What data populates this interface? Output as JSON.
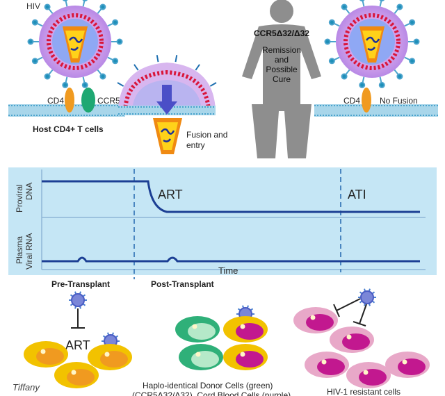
{
  "top_panel": {
    "hiv_label": "HIV",
    "cd4_label": "CD4",
    "ccr5_label": "CCR5",
    "host_label": "Host CD4+ T cells",
    "fusion_line1": "Fusion and",
    "fusion_line2": "entry",
    "genotype_label": "CCR5Δ32/Δ32",
    "remission_line1": "Remission",
    "remission_line2": "and",
    "remission_line3": "Possible",
    "remission_line4": "Cure",
    "cd4_label_right": "CD4",
    "no_fusion_label": "No Fusion"
  },
  "graph": {
    "ylabel_top_line1": "Proviral",
    "ylabel_top_line2": "DNA",
    "ylabel_bottom_line1": "Plasma",
    "ylabel_bottom_line2": "Viral RNA",
    "art_label": "ART",
    "ati_label": "ATI",
    "xlabel": "Time",
    "pre_label": "Pre-Transplant",
    "post_label": "Post-Transplant"
  },
  "bottom_panel": {
    "art_label": "ART",
    "donor_caption_line1": "Haplo-identical Donor Cells (green)",
    "donor_caption_line2": "(CCR5Δ32/Δ32), Cord Blood Cells (purple)",
    "resistant_caption": "HIV-1 resistant cells",
    "signature": "Tiffany"
  },
  "colors": {
    "panel_bg": "#c5e6f5",
    "curve": "#1c3f94",
    "dashed": "#4a86c0",
    "cell_yellow": "#f2c200",
    "cell_green": "#2fb079",
    "cell_pink": "#e8a8c8",
    "nucleus_magenta": "#c2188f",
    "receptor_orange": "#f09a20",
    "silhouette": "#8e8e8e"
  }
}
